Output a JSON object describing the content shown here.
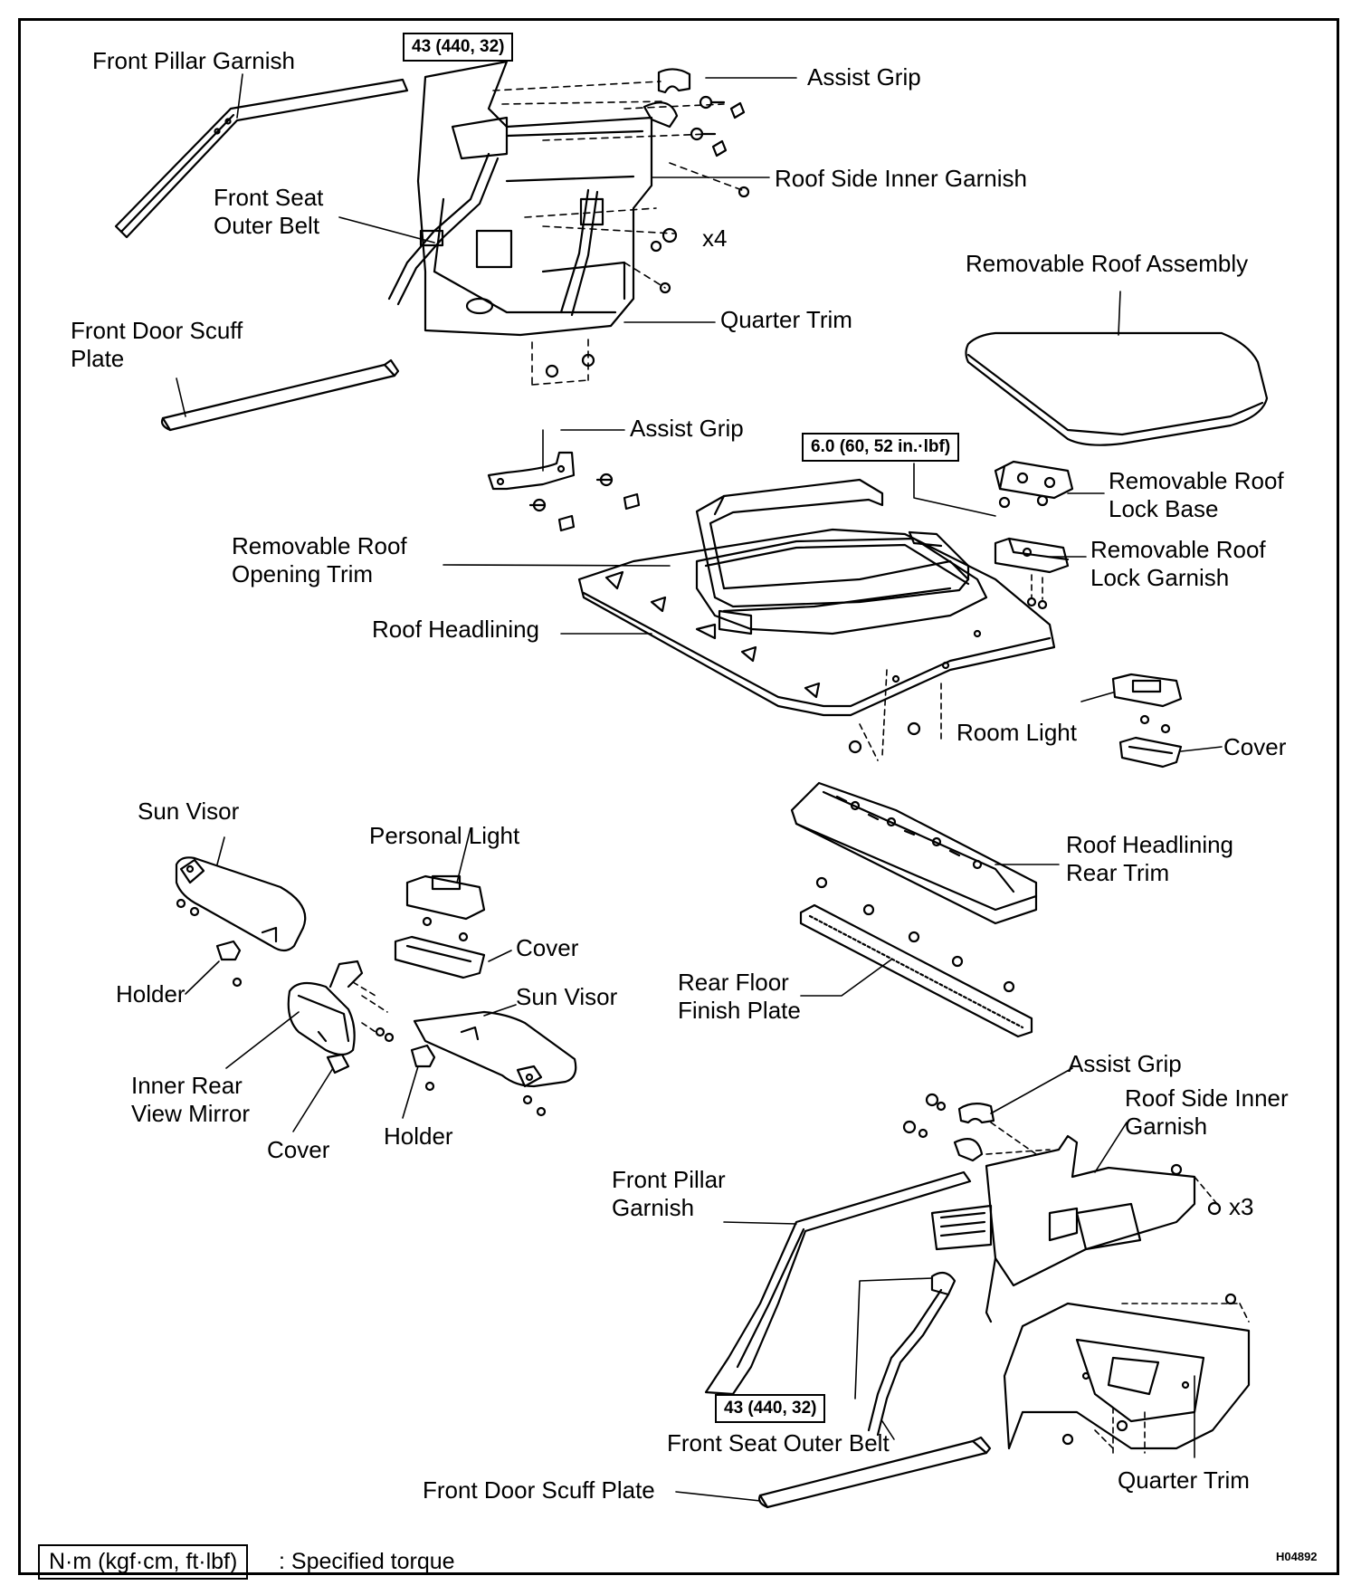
{
  "labels": {
    "front_pillar_garnish_top": "Front Pillar Garnish",
    "assist_grip_top": "Assist Grip",
    "roof_side_inner_garnish_top": "Roof Side Inner Garnish",
    "front_seat_outer_belt_top": "Front Seat\nOuter Belt",
    "x4": "x4",
    "removable_roof_assembly": "Removable Roof Assembly",
    "quarter_trim_top": "Quarter Trim",
    "front_door_scuff_plate_top": "Front Door Scuff\nPlate",
    "assist_grip_mid": "Assist Grip",
    "removable_roof_lock_base": "Removable Roof\nLock Base",
    "removable_roof_opening_trim": "Removable Roof\nOpening Trim",
    "removable_roof_lock_garnish": "Removable Roof\nLock Garnish",
    "roof_headlining": "Roof Headlining",
    "room_light": "Room Light",
    "cover_room_light": "Cover",
    "sun_visor_left": "Sun Visor",
    "personal_light": "Personal Light",
    "roof_headlining_rear_trim": "Roof Headlining\nRear Trim",
    "cover_personal_light": "Cover",
    "holder_left": "Holder",
    "sun_visor_right": "Sun Visor",
    "rear_floor_finish_plate": "Rear Floor\nFinish Plate",
    "inner_rear_view_mirror": "Inner Rear\nView Mirror",
    "cover_mirror": "Cover",
    "holder_right": "Holder",
    "assist_grip_bottom": "Assist Grip",
    "roof_side_inner_garnish_bottom": "Roof Side Inner\nGarnish",
    "front_pillar_garnish_bottom": "Front Pillar\nGarnish",
    "x3": "x3",
    "front_seat_outer_belt_bottom": "Front Seat Outer Belt",
    "front_door_scuff_plate_bottom": "Front Door Scuff Plate",
    "quarter_trim_bottom": "Quarter Trim"
  },
  "torque": {
    "top": "43 (440, 32)",
    "roof_lock": "6.0 (60, 52 in.·lbf)",
    "bottom": "43 (440, 32)"
  },
  "legend": {
    "box": "N·m (kgf·cm, ft·lbf)",
    "text": ": Specified torque"
  },
  "figure_code": "H04892"
}
